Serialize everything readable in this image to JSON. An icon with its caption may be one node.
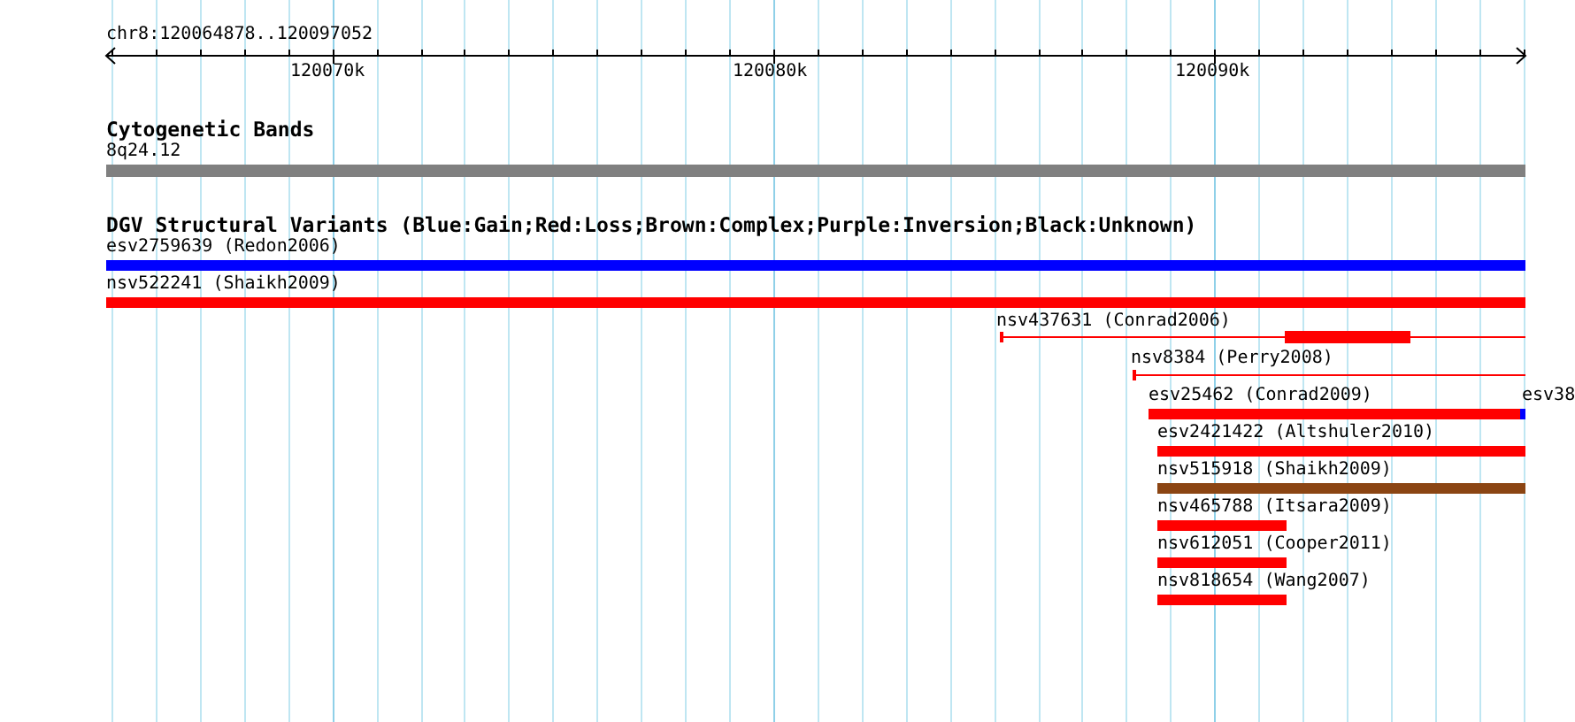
{
  "diagram": {
    "labels": [
      "chr8:120064878..120097052",
      "120070k",
      "120080k",
      "120090k",
      "Cytogenetic Bands",
      "8q24.12",
      "DGV Structural Variants (Blue:Gain;Red:Loss;Brown:Complex;Purple:Inversion;Black:Unknown)",
      "esv2759639 (Redon2006)",
      "nsv522241 (Shaikh2009)",
      "nsv437631 (Conrad2006)",
      "nsv8384 (Perry2008)",
      "esv25462 (Conrad2009)",
      "esv38",
      "esv2421422 (Altshuler2010)",
      "nsv515918 (Shaikh2009)",
      "nsv465788 (Itsara2009)",
      "nsv612051 (Cooper2011)",
      "nsv818654 (Wang2007)"
    ]
  }
}
